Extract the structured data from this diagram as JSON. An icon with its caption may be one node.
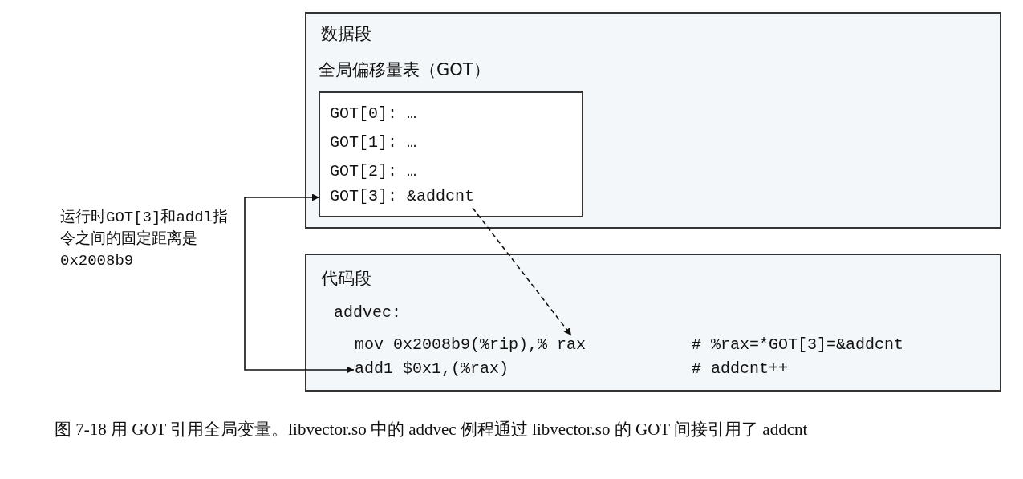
{
  "diagram": {
    "caption": "图 7-18 用 GOT 引用全局变量。libvector.so 中的 addvec 例程通过 libvector.so 的 GOT 间接引用了 addcnt",
    "nodes": [
      {
        "text": [
          "数据段"
        ]
      },
      {
        "text": [
          "全局偏移量表（GOT）"
        ],
        "in": 0
      },
      {
        "text": [
          "GOT[0]: …"
        ],
        "in": 1
      },
      {
        "text": [
          "GOT[1]: …"
        ],
        "in": 1
      },
      {
        "text": [
          "GOT[2]: …"
        ],
        "in": 1
      },
      {
        "text": [
          "GOT[3]: &addcnt"
        ],
        "in": 1
      },
      {
        "text": [
          "代码段"
        ]
      },
      {
        "text": [
          "addvec:"
        ],
        "in": 6
      },
      {
        "text": [
          "mov 0x2008b9(%rip),% rax"
        ],
        "in": 6
      },
      {
        "text": [
          "# %rax=*GOT[3]=&addcnt"
        ],
        "in": 6
      },
      {
        "text": [
          "add1 $0x1,(%rax)"
        ],
        "in": 6
      },
      {
        "text": [
          "# addcnt++"
        ],
        "in": 6
      }
    ],
    "edges": [
      {
        "from": 5,
        "to": 8,
        "arrow": "to",
        "style": "dashed"
      },
      {
        "from": 10,
        "to": 5,
        "arrow": "both",
        "label": "运行时GOT[3]和addl指令之间的固定距离是 0x2008b9"
      }
    ]
  }
}
